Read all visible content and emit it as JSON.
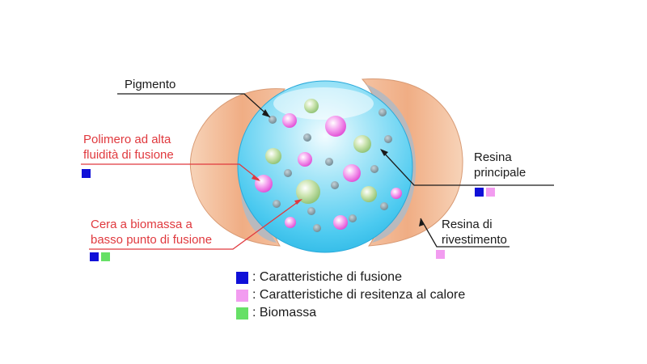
{
  "labels": {
    "pigment": "Pigmento",
    "polymer_line1": "Polimero ad alta",
    "polymer_line2": "fluidità di fusione",
    "wax_line1": "Cera a biomassa a",
    "wax_line2": "basso punto di fusione",
    "main_resin_line1": "Resina",
    "main_resin_line2": "principale",
    "coating_line1": "Resina di",
    "coating_line2": "rivestimento"
  },
  "legend": [
    {
      "color": "#1010d8",
      "text": ": Caratteristiche di fusione"
    },
    {
      "color": "#f29cf0",
      "text": ": Caratteristiche di resitenza al calore"
    },
    {
      "color": "#66e066",
      "text": ": Biomassa"
    }
  ],
  "colors": {
    "melt": "#1010d8",
    "heat": "#f29cf0",
    "biomass": "#66e066",
    "label_red": "#e0393e",
    "shell_orange": "#f2b48c",
    "sphere_blue": "#5cd2f2"
  }
}
